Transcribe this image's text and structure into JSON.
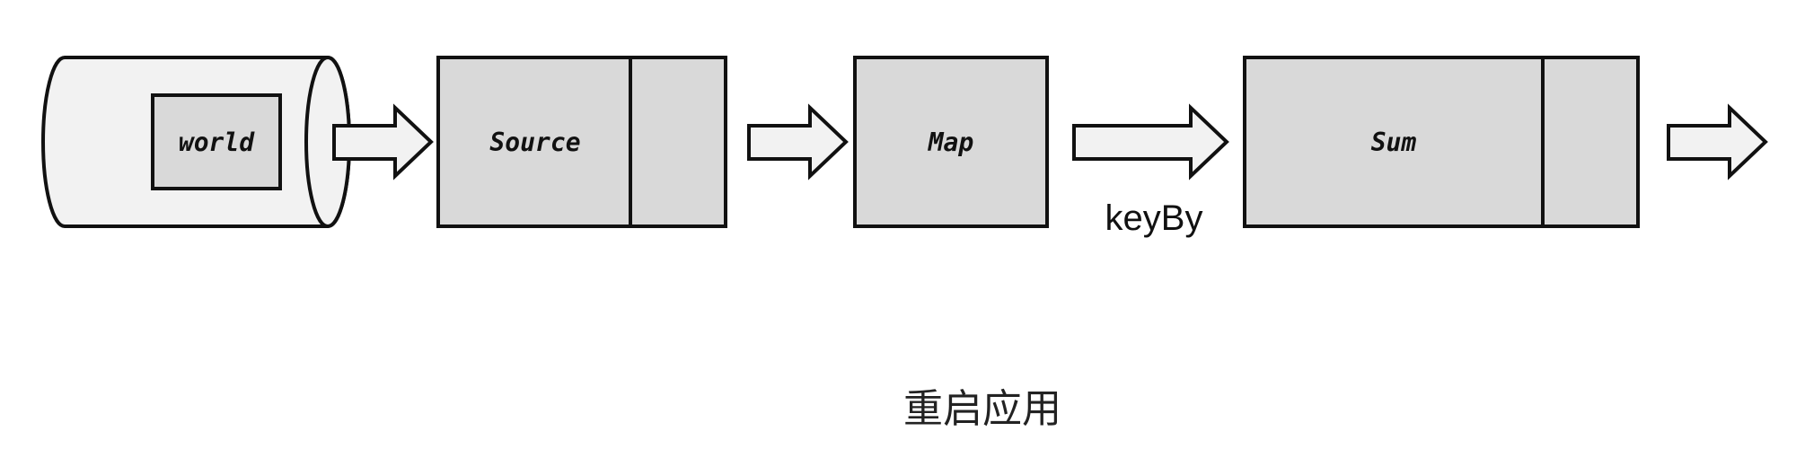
{
  "diagram": {
    "source_store": {
      "label": "world"
    },
    "operators": {
      "source": {
        "label": "Source"
      },
      "map": {
        "label": "Map"
      },
      "sum": {
        "label": "Sum"
      }
    },
    "edges": {
      "map_to_sum": {
        "label": "keyBy"
      }
    },
    "caption": "重启应用"
  },
  "colors": {
    "box_fill": "#d9d9d9",
    "cylinder_fill": "#f2f2f2",
    "arrow_fill": "#f2f2f2",
    "stroke": "#111111"
  }
}
